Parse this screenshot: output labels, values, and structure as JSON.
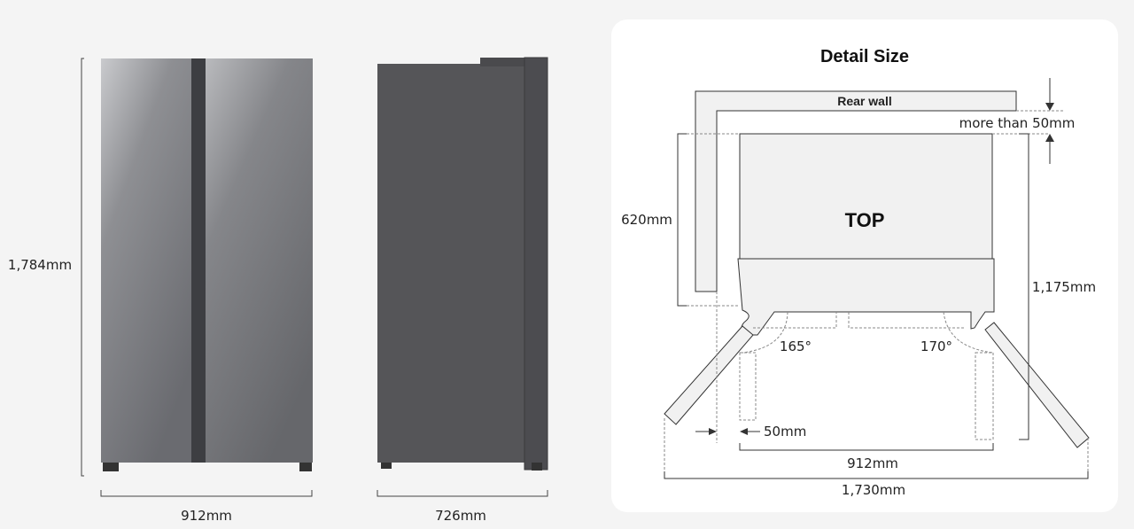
{
  "front_view": {
    "height_label": "1,784mm",
    "width_label": "912mm"
  },
  "side_view": {
    "depth_label": "726mm"
  },
  "detail": {
    "title": "Detail Size",
    "rear_wall": "Rear wall",
    "clearance_back": "more than 50mm",
    "top_label": "TOP",
    "side_depth": "620mm",
    "open_depth": "1,175mm",
    "left_angle": "165°",
    "right_angle": "170°",
    "side_clearance": "50mm",
    "body_width": "912mm",
    "open_width": "1,730mm"
  },
  "colors": {
    "background": "#f4f4f4",
    "panel": "#ffffff",
    "fridge_front": "#8a8b8f",
    "fridge_side": "#545457",
    "diagram_fill": "#f1f1f1"
  }
}
